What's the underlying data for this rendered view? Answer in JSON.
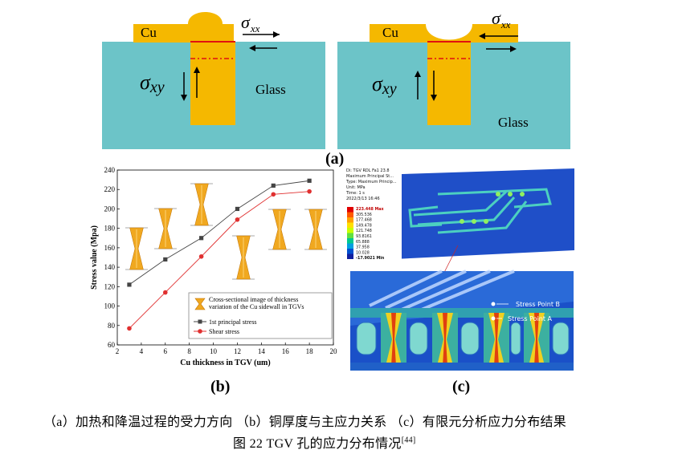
{
  "panel_a": {
    "left": {
      "cu_label": "Cu",
      "sigma_xx": "σ",
      "sigma_xx_sub": "xx",
      "sigma_xy": "σ",
      "sigma_xy_sub": "xy",
      "glass_label": "Glass"
    },
    "right": {
      "cu_label": "Cu",
      "sigma_xx": "σ",
      "sigma_xx_sub": "xx",
      "sigma_xy": "σ",
      "sigma_xy_sub": "xy",
      "glass_label": "Glass"
    },
    "label": "(a)",
    "colors": {
      "glass": "#6cc4c8",
      "copper": "#f5b800",
      "interface": "#e01010"
    }
  },
  "panel_b": {
    "label": "(b)",
    "chart_data": {
      "type": "line",
      "xlabel": "Cu thickness in TGV (um)",
      "ylabel": "Stress value (Mpa)",
      "xlim": [
        2,
        20
      ],
      "ylim": [
        60,
        240
      ],
      "xticks": [
        2,
        4,
        6,
        8,
        10,
        12,
        14,
        16,
        18,
        20
      ],
      "yticks": [
        60,
        80,
        100,
        120,
        140,
        160,
        180,
        200,
        220,
        240
      ],
      "series": [
        {
          "name": "1st principal stress",
          "color": "#444444",
          "marker": "square",
          "x": [
            3,
            6,
            9,
            12,
            15,
            18
          ],
          "y": [
            122,
            148,
            170,
            200,
            224,
            229
          ]
        },
        {
          "name": "Shear stress",
          "color": "#e03030",
          "marker": "circle",
          "x": [
            3,
            6,
            9,
            12,
            15,
            18
          ],
          "y": [
            77,
            114,
            151,
            189,
            215,
            218
          ]
        }
      ],
      "legend_icon_label": "Cross-sectional image of thickness variation of the Cu sidewall in TGVs",
      "legend_placement": "bottom-right",
      "grid": false
    }
  },
  "panel_c": {
    "label": "(c)",
    "fea_header": [
      "Di: TGV RDL Fa1 23.8",
      "Maximum Principal St...",
      "Type: Maximum Princip...",
      "Unit: MPa",
      "Time: 1 s",
      "2022/3/13 16:46"
    ],
    "colorbar_labels": [
      "223.448 Max",
      "305.536",
      "177.468",
      "149.478",
      "121.748",
      "93.8161",
      "65.888",
      "37.958",
      "10.028",
      "-17.9021 Min"
    ],
    "colorbar_colors": [
      "#e00000",
      "#ff5a00",
      "#ffa000",
      "#ffe000",
      "#c8ff00",
      "#60e040",
      "#00c890",
      "#00a0e0",
      "#0050d0",
      "#1020a0"
    ],
    "stress_point_b": "Stress Point B",
    "stress_point_a": "Stress Point A"
  },
  "captions": {
    "sub": "（a）加热和降温过程的受力方向 （b）铜厚度与主应力关系 （c）有限元分析应力分布结果",
    "figure": "图 22 TGV 孔的应力分布情况",
    "ref": "[44]"
  }
}
